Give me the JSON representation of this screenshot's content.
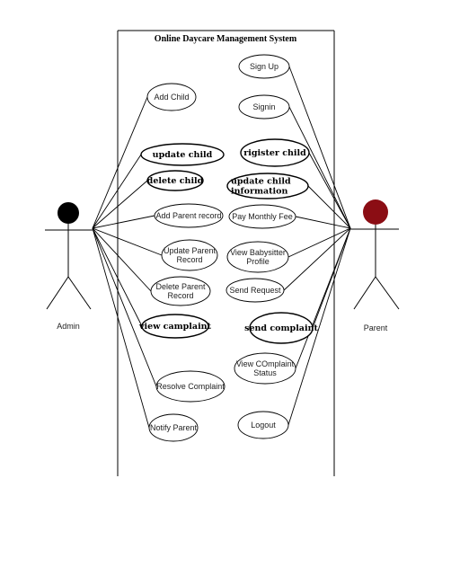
{
  "system": {
    "title": "Online Daycare Management System"
  },
  "actors": {
    "admin": {
      "label": "Admin",
      "head_color": "#000000"
    },
    "parent": {
      "label": "Parent",
      "head_color": "#8b0d14"
    }
  },
  "use_cases": {
    "sign_up": {
      "lines": [
        "Sign Up"
      ]
    },
    "add_child": {
      "lines": [
        "Add Child"
      ]
    },
    "signin": {
      "lines": [
        "Signin"
      ]
    },
    "update_child": {
      "lines": [
        "update child"
      ]
    },
    "register_child": {
      "lines": [
        "rigister child"
      ]
    },
    "delete_child": {
      "lines": [
        "delete child"
      ]
    },
    "update_child_information": {
      "lines": [
        "update child",
        "information"
      ]
    },
    "add_parent_record": {
      "lines": [
        "Add Parent record"
      ]
    },
    "pay_monthly_fee": {
      "lines": [
        "Pay Monthly Fee"
      ]
    },
    "update_parent_record": {
      "lines": [
        "Update Parent",
        "Record"
      ]
    },
    "view_babysitter_profile": {
      "lines": [
        "View Babysitter",
        "Profile"
      ]
    },
    "delete_parent_record": {
      "lines": [
        "Delete Parent",
        "Record"
      ]
    },
    "send_request": {
      "lines": [
        "Send Request"
      ]
    },
    "view_complaint": {
      "lines": [
        "view camplaint"
      ]
    },
    "send_complaint": {
      "lines": [
        "send complaint"
      ]
    },
    "view_complaint_status": {
      "lines": [
        "View COmplaint",
        "Status"
      ]
    },
    "resolve_complaint": {
      "lines": [
        "Resolve Complaint"
      ]
    },
    "notify_parent": {
      "lines": [
        "Notify Parent"
      ]
    },
    "logout": {
      "lines": [
        "Logout"
      ]
    }
  }
}
